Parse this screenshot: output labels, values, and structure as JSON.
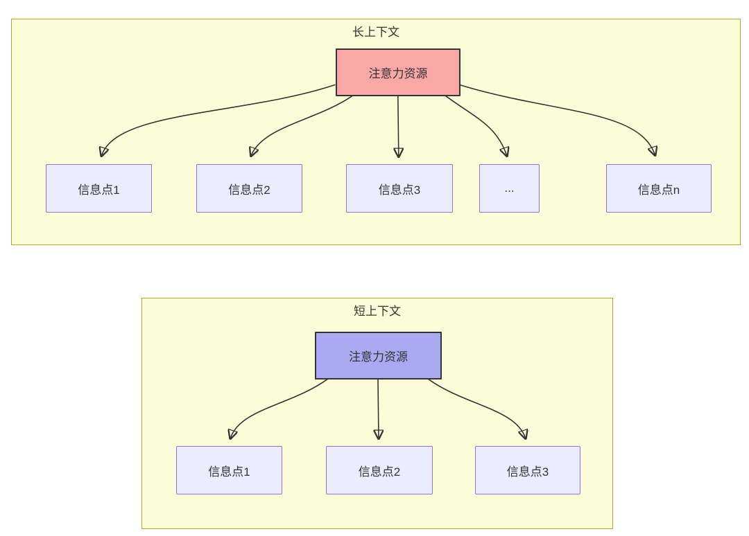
{
  "page": {
    "background": "#ffffff"
  },
  "colors": {
    "cluster_fill": "#fcfcd9",
    "cluster_border": "#abab3a",
    "node_fill": "#ececff",
    "node_border": "#9370db",
    "root_long_fill": "#f9a7a7",
    "root_short_fill": "#aaaaf2",
    "root_border": "#333333",
    "edge_line": "#333333",
    "text": "#333333"
  },
  "diagrams": [
    {
      "title": "长上下文",
      "root": {
        "label": "注意力资源"
      },
      "children": [
        {
          "label": "信息点1"
        },
        {
          "label": "信息点2"
        },
        {
          "label": "信息点3"
        },
        {
          "label": "..."
        },
        {
          "label": "信息点n"
        }
      ]
    },
    {
      "title": "短上下文",
      "root": {
        "label": "注意力资源"
      },
      "children": [
        {
          "label": "信息点1"
        },
        {
          "label": "信息点2"
        },
        {
          "label": "信息点3"
        }
      ]
    }
  ]
}
